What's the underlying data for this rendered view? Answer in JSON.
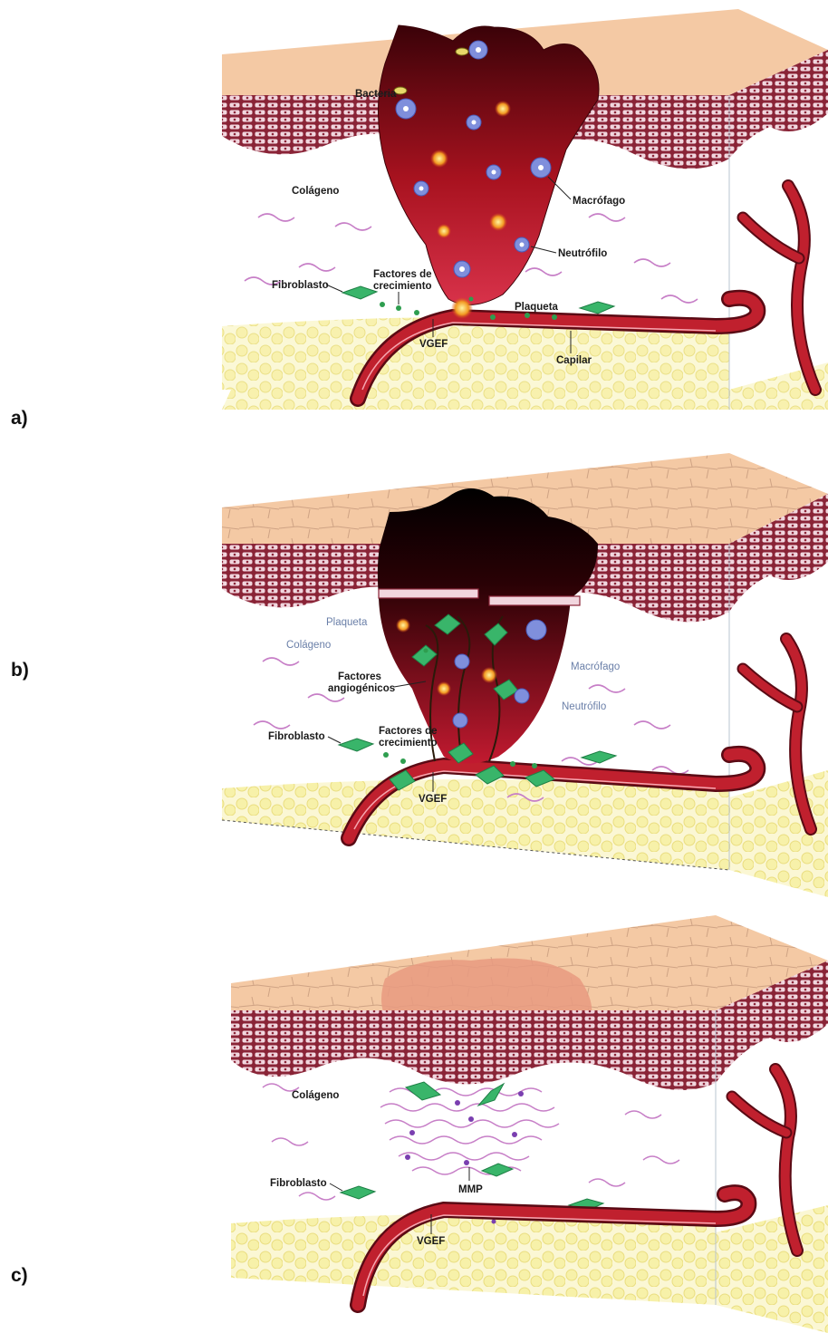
{
  "panels": [
    {
      "letter": "a)",
      "labels": {
        "bacteria": "Bacteria",
        "collagen": "Colágeno",
        "macrophage": "Macrófago",
        "neutrophil": "Neutrófilo",
        "fibroblast": "Fibroblasto",
        "growth_factors": [
          "Factores de",
          "crecimiento"
        ],
        "platelet": "Plaqueta",
        "vgef": "VGEF",
        "capillary": "Capilar"
      }
    },
    {
      "letter": "b)",
      "labels": {
        "platelet": "Plaqueta",
        "collagen": "Colágeno",
        "macrophage": "Macrófago",
        "angiogenic_factors": [
          "Factores",
          "angiogénicos"
        ],
        "neutrophil": "Neutrófilo",
        "fibroblast": "Fibroblasto",
        "growth_factors": [
          "Factores de",
          "crecimiento"
        ],
        "vgef": "VGEF"
      }
    },
    {
      "letter": "c)",
      "labels": {
        "collagen": "Colágeno",
        "fibroblast": "Fibroblasto",
        "mmp": "MMP",
        "vgef": "VGEF"
      }
    }
  ],
  "colors": {
    "skin_top": "#f4c9a4",
    "dermis_band": "#8a2437",
    "wound_dark": "#3a0208",
    "wound_red": "#c0182c",
    "vessel": "#b3202f",
    "fibroblast": "#39b56a",
    "immune_cell": "#6f7fd3",
    "collagen": "#c77fc7",
    "fat": "#f3ea8f"
  }
}
